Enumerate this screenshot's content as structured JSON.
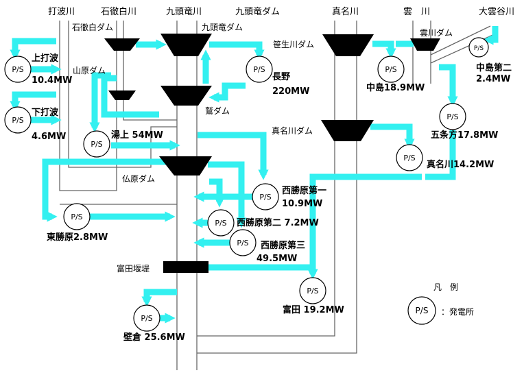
{
  "rivers": {
    "uchinami": "打波川",
    "ishidoshiro": "石徹白川",
    "kuzuryu": "九頭竜川",
    "kuzuryu_dam": "九頭竜ダム",
    "mana": "真名川",
    "kumo": "雲　川",
    "okumodani": "大雲谷川"
  },
  "dams": {
    "ishidoshiro": "石徹白ダム",
    "kuzuryu": "九頭竜ダム",
    "sasou": "笹生川ダム",
    "kumokawa": "雲川ダム",
    "yamahara": "山原ダム",
    "washi": "鷲ダム",
    "managawa": "真名川ダム",
    "hotokebara": "仏原ダム",
    "tomida_weir": "富田堰堤"
  },
  "plant_symbol": "P/S",
  "plants": {
    "kamiuchinami": [
      "上打波",
      "10.4MW"
    ],
    "shimouchinami": [
      "下打波",
      "4.6MW"
    ],
    "nagano": [
      "長野",
      "220MW"
    ],
    "nakajima": "中島18.9MW",
    "nakajima2": [
      "中島第二",
      "2.4MW"
    ],
    "gojokata": "五条方17.8MW",
    "yunokami": "湯上 54MW",
    "managawa": "真名川14.2MW",
    "nishikatsuhara1": [
      "西勝原第一",
      "10.9MW"
    ],
    "higashikatsuhara": "東勝原2.8MW",
    "nishikatsuhara2": "西勝原第二 7.2MW",
    "nishikatsuhara3": [
      "西勝原第三",
      "49.5MW"
    ],
    "tomida": "富田 19.2MW",
    "kabekura": "壁倉 25.6MW"
  },
  "legend": {
    "title": "凡　例",
    "symbol": "P/S",
    "description": "：発電所"
  },
  "colors": {
    "water": "#33f0f0",
    "structure": "#000000",
    "river_line": "#666666"
  }
}
